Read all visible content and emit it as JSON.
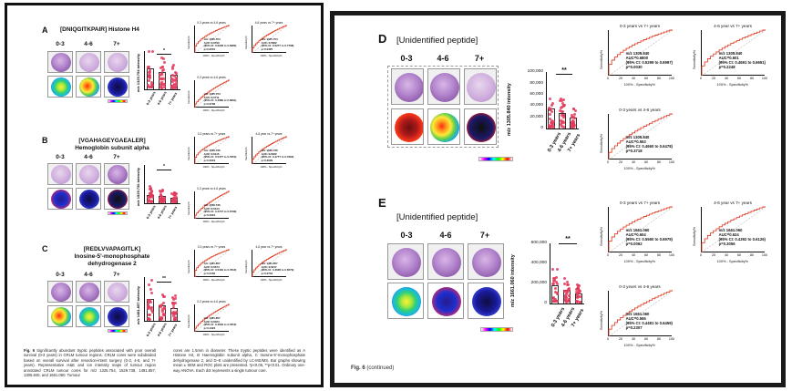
{
  "left_page": {
    "panels": [
      {
        "letter": "A",
        "title_line1": "[DNIQGITKPAIR] Histone H4",
        "title_line2": "",
        "groups": [
          "0-3",
          "4-6",
          "7+"
        ],
        "ylabel": "m/z 1325.754 intensity",
        "significance": "*",
        "roc": [
          {
            "title": "0-3 years vs 4-6 years",
            "stats": "m/z 1325.754\nAUC=0.6790\n(95% CI: 0.6248 to 0.6983)\np<0.0001"
          },
          {
            "title": "4-6 years vs 7+ years",
            "stats": "m/z 1325.754\nAUC=0.5662\n(95% CI: 0.5277 to 0.7768)\np=0.0425"
          },
          {
            "title": "0-3 years vs 4-6 years",
            "stats": "m/z 1325.754\nAUC=0.5711\n(95% CI: 0.4689 to 0.6801)\np=0.2738"
          }
        ]
      },
      {
        "letter": "B",
        "title_line1": "[VGAHAGEYGAEALER]",
        "title_line2": "Hemoglobin subunit alpha",
        "groups": [
          "0-3",
          "4-6",
          "7+"
        ],
        "ylabel": "m/z 1529.736 intensity",
        "significance": "*",
        "roc": [
          {
            "title": "0-3 years vs 7+ years",
            "stats": "m/z 1529.736\nAUC=0.6115\n(95% CI: 0.5477 to 0.7954)\np=0.0019"
          },
          {
            "title": "4-6 year vs 7+ years",
            "stats": "m/z 1529.736\nAUC=0.6022\n(95% CI: 0.4777 to 0.7690)\np=0.3029"
          },
          {
            "title": "0-3 years vs 4-6 years",
            "stats": "m/z 1529.736\nAUC=0.5314\n(95% CI: 0.4747 to 0.6739)\np=0.4312"
          }
        ]
      },
      {
        "letter": "C",
        "title_line1": "[REDLVVAPAGITLK]",
        "title_line2": "Inosine-5'-monophosphate",
        "title_line3": "dehydrogenase 2",
        "groups": [
          "0-3",
          "4-6",
          "7+"
        ],
        "ylabel": "m/z 1481.857 intensity",
        "significance": "**",
        "roc": [
          {
            "title": "0-3 years vs 7+ years",
            "stats": "m/z 1481.857\nAUC=0.6574\n(95% CI: 0.5449 to 0.7812)\np=0.0152"
          },
          {
            "title": "4-6 year vs 7+ years",
            "stats": "m/z 1481.857\nAUC=0.6217\n(95% CI: 0.4628 to 0.6579)\np=0.0734"
          },
          {
            "title": "0-3 years vs 4-6 years",
            "stats": "m/z 1481.857\nAUC=0.6024\n(95% CI: 0.4649 to 0.7812)\np=0.1324"
          }
        ]
      }
    ],
    "roc_xlabel": "100% - Specificity%",
    "roc_ylabel": "Sensitivity%",
    "bar_xlabels": [
      "0-3 years",
      "4-6 years",
      "7+ years"
    ],
    "caption_fig": "Fig. 6",
    "caption_left": "Significantly abundant tryptic peptides associated with poor overall survival (0-3 years) in CRLM tumour regions. CRLM cores were subdivided based on overall survival after resection-intent surgery (0-3, 4-6, and 7+ years). Representative H&E and ion intensity maps of tumour region annotated CRLM tumour cores for m/z 1325.754, 1529.738, 1481.857, 1305.840, and 1661.060. Tumour",
    "caption_right": "cores are 1.5mm in diameter. These tryptic peptides were identified as A Histone H4, B Haemoglobin subunit alpha, C Inosine-5'-monophosphate dehydrogenase 2, and D–E unidentified by LC-MS/MS. Bar graphs showing mean ± SEM and ROC plots are presented. *p<0.05, **p<0.01. Ordinary one-way ANOVA. Each dot represents a single tumour core."
  },
  "right_page": {
    "panels": [
      {
        "letter": "D",
        "title": "[Unidentified peptide]",
        "groups": [
          "0-3",
          "4-6",
          "7+"
        ],
        "ylabel": "m/z 1305.840 intensity",
        "significance": "**",
        "yticks": [
          "100,000",
          "80,000",
          "60,000",
          "40,000",
          "20,000",
          "0"
        ],
        "roc": [
          {
            "title": "0-3 years vs 7+ years",
            "stats": "m/z 1305.840\nAUC=0.6800\n(95% CI: 0.5299 to 0.6997)\np=0.0030"
          },
          {
            "title": "4-6 year vs 7+ years",
            "stats": "m/z 1305.840\nAUC=0.601\n(95% CI: 0.4691 to 0.6651)\np=0.2248"
          },
          {
            "title": "0-3 years vs 4-6 years",
            "stats": "m/z 1305.840\nAUC=0.553\n(95% CI: 0.4660 to 0.6478)\np=0.3718"
          }
        ]
      },
      {
        "letter": "E",
        "title": "[Unidentified peptide]",
        "groups": [
          "0-3",
          "4-6",
          "7+"
        ],
        "ylabel": "m/z 1661.060 intensity",
        "significance": "**",
        "yticks": [
          "600,000",
          "400,000",
          "200,000",
          "0"
        ],
        "roc": [
          {
            "title": "0-3 years vs 7+ years",
            "stats": "m/z 1661.060\nAUC=0.604\n(95% CI: 0.5560 to 0.6979)\np=0.0062"
          },
          {
            "title": "4-6 year vs 7+ years",
            "stats": "m/z 1661.060\nAUC=0.624\n(95% CI: 0.4392 to 0.6126)\np=0.3056"
          },
          {
            "title": "0-3 years vs 4-6 years",
            "stats": "m/z 1661.060\nAUC=0.555\n(95% CI: 0.4481 to 0.6459)\np=0.2307"
          }
        ]
      }
    ],
    "roc_xlabel": "100% - Specificity%",
    "roc_ylabel": "Sensitivity%",
    "roc_xticks": [
      "0",
      "20",
      "40",
      "60",
      "80",
      "100"
    ],
    "bar_xlabels": [
      "0-3 years",
      "4-6 years",
      "7+ years"
    ],
    "caption_fig": "Fig. 6",
    "caption_cont": "(continued)"
  }
}
